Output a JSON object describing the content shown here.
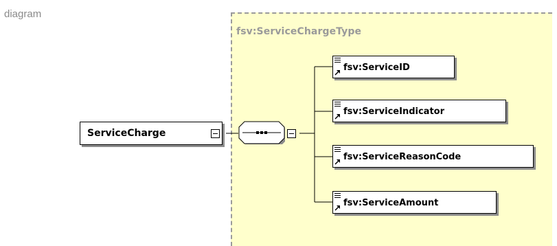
{
  "corner_label": "diagram",
  "complex_type": {
    "label": "fsv:ServiceChargeType"
  },
  "root_element": {
    "label": "ServiceCharge"
  },
  "compositor": {
    "kind": "sequence"
  },
  "children": [
    {
      "label": "fsv:ServiceID"
    },
    {
      "label": "fsv:ServiceIndicator"
    },
    {
      "label": "fsv:ServiceReasonCode"
    },
    {
      "label": "fsv:ServiceAmount"
    }
  ],
  "colors": {
    "type_background": "#ffffcc",
    "type_border": "#9a9a9a",
    "node_border": "#000000",
    "node_shadow": "#8c8c8c"
  }
}
